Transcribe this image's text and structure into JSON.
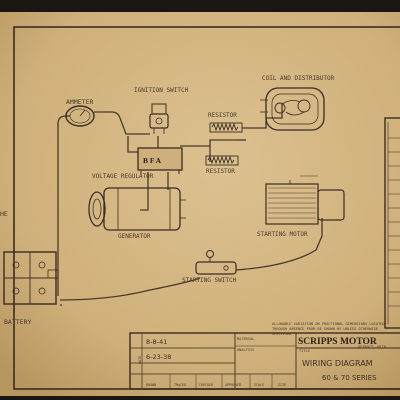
{
  "components": {
    "ammeter": "AMMETER",
    "ignition_switch": "IGNITION SWITCH",
    "coil_distributor": "COIL AND DISTRIBUTOR",
    "resistor_top": "RESISTOR",
    "resistor_bottom": "RESISTOR",
    "voltage_regulator": "VOLTAGE REGULATOR",
    "regulator_terminals": "B  F  A",
    "generator": "GENERATOR",
    "starting_motor": "STARTING MOTOR",
    "starting_switch": "STARTING SWITCH",
    "battery": "BATTERY",
    "left_partial": "HE"
  },
  "notes": {
    "tolerance_line1": "ALLOWABLE VARIATION ON FRACTIONAL DIMENSIONS LOCATED",
    "tolerance_line2": "THROUGH ABSENCE FROM BE SHOWN BY UNLESS OTHERWISE",
    "tolerance_line3": "SPECIFIED"
  },
  "title_block": {
    "company": "SCRIPPS MOTOR",
    "location": "DETROIT, MICH",
    "material_label": "MATERIAL",
    "analysis_label": "ANALYSIS",
    "title_label": "TITLE",
    "title_line1": "WIRING DIAGRAM",
    "title_line2": "60 & 70 SERIES",
    "date1": "8-8-41",
    "date2": "6-23-38",
    "dates_label": "DATE",
    "row_labels": [
      "DRAWN",
      "TRACED",
      "CHECKED",
      "APPROVED",
      "SCALE",
      "SIZE"
    ]
  },
  "colors": {
    "paper": "#d2b580",
    "ink": "#3a2d22",
    "background": "#1a1712"
  }
}
